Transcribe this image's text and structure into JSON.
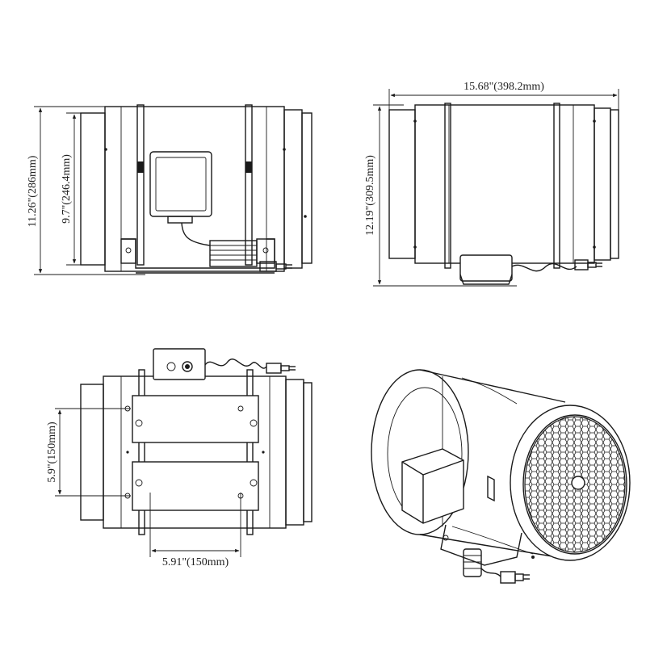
{
  "dimensions": {
    "side_height_overall": "11.26\"(286mm)",
    "side_height_inner": "9.7\"(246.4mm)",
    "top_length": "15.68\"(398.2mm)",
    "top_height": "12.19\"(309.5mm)",
    "bottom_mount_height": "5.9\"(150mm)",
    "bottom_mount_width": "5.91\"(150mm)"
  },
  "colors": {
    "line": "#1a1a1a",
    "background": "#ffffff"
  }
}
